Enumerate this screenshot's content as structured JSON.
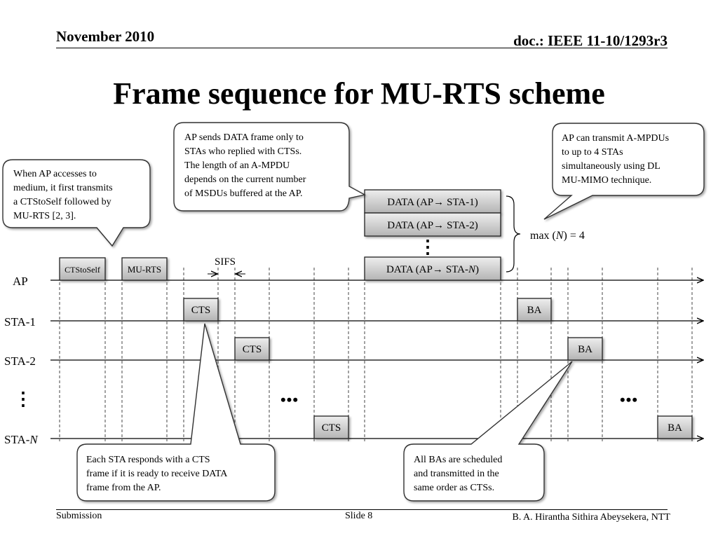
{
  "header": {
    "date": "November 2010",
    "doc": "doc.: IEEE 11-10/1293r3"
  },
  "title": "Frame sequence for MU-RTS scheme",
  "footer": {
    "left": "Submission",
    "center": "Slide 8",
    "right": "B. A. Hirantha Sithira Abeysekera, NTT"
  },
  "timelines": {
    "ap": "AP",
    "sta1": "STA-1",
    "sta2": "STA-2",
    "stan_prefix": "STA-",
    "stan_suffix": "N"
  },
  "frames": {
    "ctstoself": "CTStoSelf",
    "murts": "MU-RTS",
    "cts": "CTS",
    "ba": "BA",
    "data_prefix": "DATA (AP",
    "data_sta1": "STA-1)",
    "data_sta2": "STA-2)",
    "data_stan_prefix": "STA-",
    "data_stan_n": "N",
    "data_stan_close": ")"
  },
  "labels": {
    "sifs": "SIFS",
    "max_prefix": "max (",
    "max_n": "N",
    "max_suffix": ") = 4",
    "arrow": "→",
    "dots_h": "•••",
    "dots_v": "⋮"
  },
  "callouts": {
    "access": [
      "When AP accesses to",
      "medium, it first transmits",
      "a CTStoSelf followed by",
      "MU-RTS [2, 3]."
    ],
    "data": [
      "AP sends DATA frame only to",
      "STAs who replied with CTSs.",
      "The length of an A-MPDU",
      "depends on the current number",
      "of MSDUs buffered at the AP."
    ],
    "mumimo": [
      "AP can transmit A-MPDUs",
      "to up to 4 STAs",
      "simultaneously using DL",
      "MU-MIMO technique."
    ],
    "cts": [
      "Each STA responds with a CTS",
      "frame if it is ready to receive DATA",
      "frame from the AP."
    ],
    "ba": [
      "All BAs are scheduled",
      "and transmitted in the",
      "same order as CTSs."
    ]
  }
}
